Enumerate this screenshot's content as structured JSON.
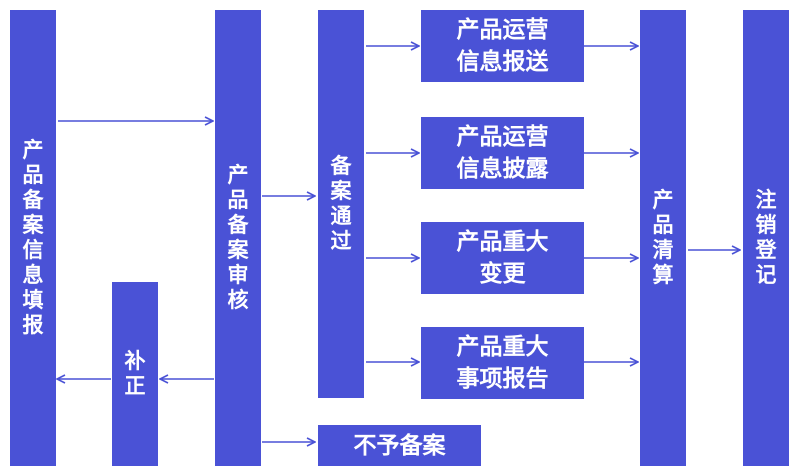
{
  "nodes": {
    "filing_info_fill": "产品备案信息填报",
    "supplement": "补正",
    "filing_review": "产品备案审核",
    "filing_approved": "备案通过",
    "ops_info_report": "产品运营\n信息报送",
    "ops_info_disclosure": "产品运营\n信息披露",
    "major_change": "产品重大\n变更",
    "major_event_report": "产品重大\n事项报告",
    "not_filed": "不予备案",
    "liquidation": "产品清算",
    "deregistration": "注销登记"
  },
  "colors": {
    "box_fill": "#4a52d6",
    "arrow": "#4a52d6",
    "text": "#ffffff"
  }
}
